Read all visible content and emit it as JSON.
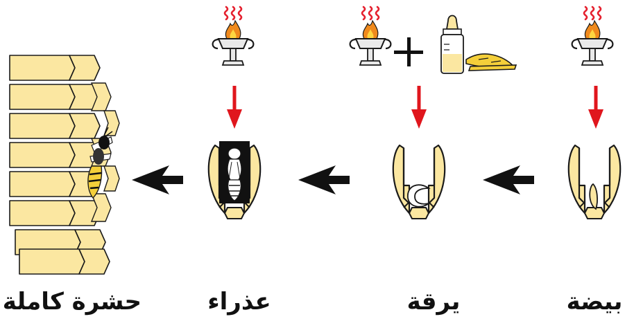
{
  "diagram": {
    "stages": [
      {
        "id": "egg",
        "label": "بيضة"
      },
      {
        "id": "larva",
        "label": "يرقة"
      },
      {
        "id": "pupa",
        "label": "عذراء"
      },
      {
        "id": "adult",
        "label": "حشرة كاملة"
      }
    ]
  },
  "colors": {
    "comb_fill": "#fbe7a1",
    "outline": "#1a1a1a",
    "red_arrow": "#e0161d",
    "flame_orange": "#f08a1d",
    "flame_yellow": "#ffd640",
    "heat_waves": "#e5202e",
    "bee_yellow": "#f4cf3a",
    "black_arrow": "#111111"
  }
}
